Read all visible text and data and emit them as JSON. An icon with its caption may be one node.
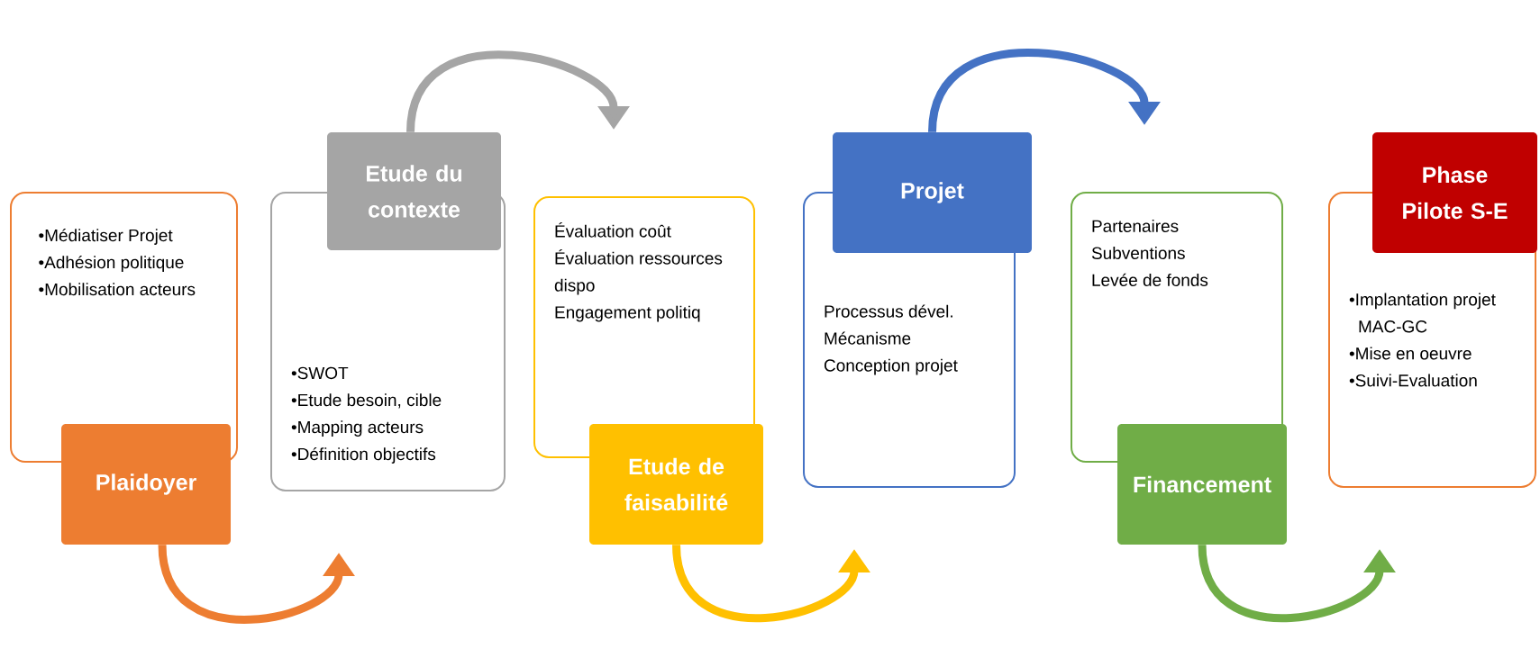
{
  "diagram": {
    "nodes": [
      {
        "text": [
          "•Médiatiser Projet",
          "•Adhésion politique",
          "•Mobilisation acteurs"
        ]
      },
      {
        "text": [
          "Plaidoyer"
        ]
      },
      {
        "text": [
          "Etude du contexte"
        ]
      },
      {
        "text": [
          "•SWOT",
          "•Etude besoin, cible",
          "•Mapping acteurs",
          "•Définition objectifs"
        ]
      },
      {
        "text": [
          "Évaluation coût",
          "Évaluation ressources dispo",
          "Engagement politiq"
        ]
      },
      {
        "text": [
          "Etude de faisabilité"
        ]
      },
      {
        "text": [
          "Projet"
        ]
      },
      {
        "text": [
          "Processus dével.",
          "Mécanisme",
          "Conception projet"
        ]
      },
      {
        "text": [
          "Partenaires",
          "Subventions",
          "Levée de fonds"
        ]
      },
      {
        "text": [
          "Financement"
        ]
      },
      {
        "text": [
          "Phase Pilote S-E"
        ]
      },
      {
        "text": [
          "•Implantation projet MAC-GC",
          "•Mise en oeuvre",
          "•Suivi-Evaluation"
        ]
      }
    ],
    "edges": [
      {
        "from": 1,
        "to": 3,
        "arrow": "to",
        "color": "#ed7d31"
      },
      {
        "from": 2,
        "to": 4,
        "arrow": "to",
        "color": "#a5a5a5"
      },
      {
        "from": 5,
        "to": 7,
        "arrow": "to",
        "color": "#ffc000"
      },
      {
        "from": 6,
        "to": 8,
        "arrow": "to",
        "color": "#4472c4"
      },
      {
        "from": 9,
        "to": 11,
        "arrow": "to",
        "color": "#70ad47"
      }
    ]
  }
}
